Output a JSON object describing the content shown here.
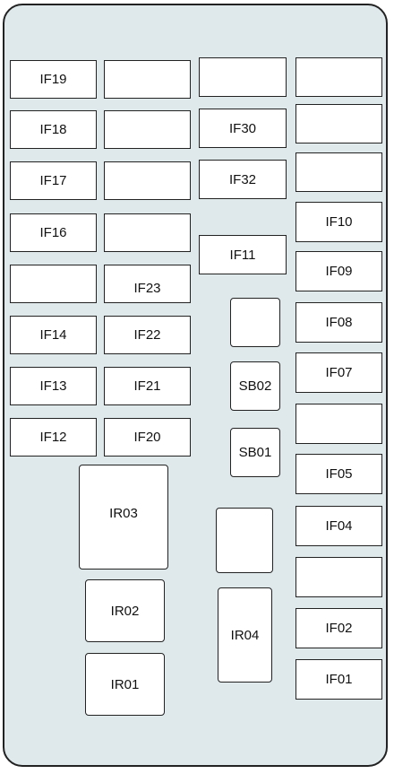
{
  "fuses": {
    "if19": "IF19",
    "if18": "IF18",
    "if17": "IF17",
    "if16": "IF16",
    "if14": "IF14",
    "if13": "IF13",
    "if12": "IF12",
    "if23": "IF23",
    "if22": "IF22",
    "if21": "IF21",
    "if20": "IF20",
    "if30": "IF30",
    "if32": "IF32",
    "if11": "IF11",
    "sb02": "SB02",
    "sb01": "SB01",
    "if10": "IF10",
    "if09": "IF09",
    "if08": "IF08",
    "if07": "IF07",
    "if05": "IF05",
    "if04": "IF04",
    "if02": "IF02",
    "if01": "IF01"
  },
  "relays": {
    "ir03": "IR03",
    "ir02": "IR02",
    "ir01": "IR01",
    "ir04": "IR04"
  }
}
